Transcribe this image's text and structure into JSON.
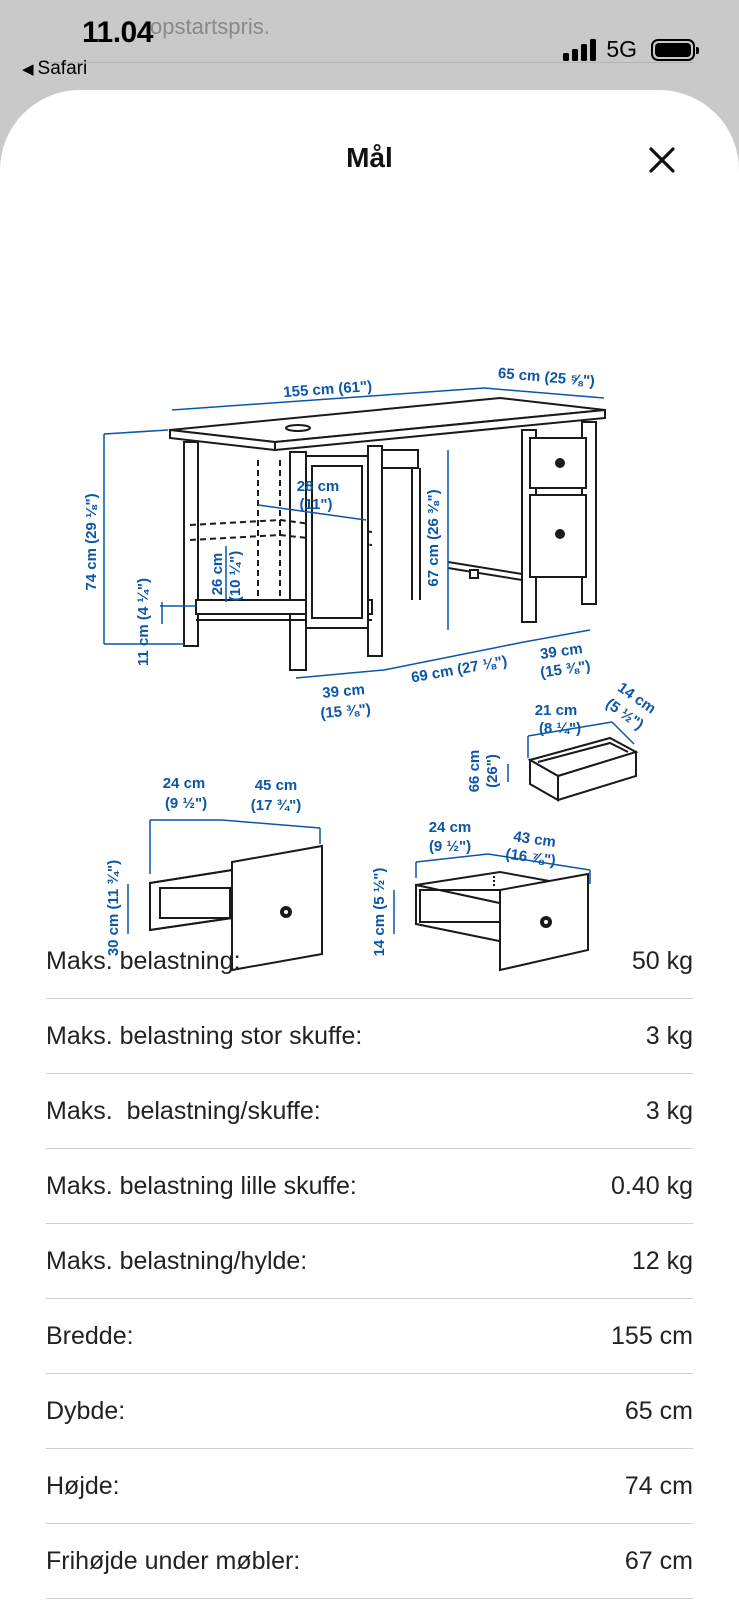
{
  "status_bar": {
    "time": "11.04",
    "back_app": "Safari",
    "network": "5G",
    "peek_text": "opstartspris."
  },
  "sheet": {
    "title": "Mål"
  },
  "diagram": {
    "labels": {
      "desk_width": "155 cm (61\")",
      "desk_depth": "65 cm (25 ⅝\")",
      "desk_height": "74 cm (29 ⅛\")",
      "shelf_depth_cm": "28 cm",
      "shelf_depth_in": "(11\")",
      "shelf_gap_cm": "26 cm",
      "shelf_gap_in": "(10 ¼\")",
      "bottom_clear": "11 cm (4 ¼\")",
      "under_height": "67 cm (26 ⅜\")",
      "left_section_cm": "39 cm",
      "left_section_in": "(15 ⅜\")",
      "middle_gap": "69 cm (27 ⅛\")",
      "right_section_cm": "39 cm",
      "right_section_in": "(15 ⅜\")",
      "small_w_cm": "21 cm",
      "small_w_in": "(8 ¼\")",
      "small_d_cm": "14 cm",
      "small_d_in": "(5 ½\")",
      "small_h_cm": "66 cm",
      "small_h_in": "(26\")",
      "large_w_cm": "24 cm",
      "large_w_in": "(9 ½\")",
      "large_d_cm": "45 cm",
      "large_d_in": "(17 ¾\")",
      "large_h": "30 cm (11 ¾\")",
      "med_w_cm": "24 cm",
      "med_w_in": "(9 ½\")",
      "med_d_cm": "43 cm",
      "med_d_in": "(16 ⅞\")",
      "med_h": "14 cm (5 ½\")"
    }
  },
  "specs": [
    {
      "label": "Maks. belastning:",
      "value": "50 kg"
    },
    {
      "label": "Maks. belastning stor skuffe:",
      "value": "3 kg"
    },
    {
      "label": "Maks.  belastning/skuffe:",
      "value": "3 kg"
    },
    {
      "label": "Maks. belastning lille skuffe:",
      "value": "0.40 kg"
    },
    {
      "label": "Maks. belastning/hylde:",
      "value": "12 kg"
    },
    {
      "label": "Bredde:",
      "value": "155 cm"
    },
    {
      "label": "Dybde:",
      "value": "65 cm"
    },
    {
      "label": "Højde:",
      "value": "74 cm"
    },
    {
      "label": "Frihøjde under møbler:",
      "value": "67 cm"
    }
  ],
  "colors": {
    "dimension_blue": "#0b56a8",
    "line_art": "#1a1a1a"
  }
}
